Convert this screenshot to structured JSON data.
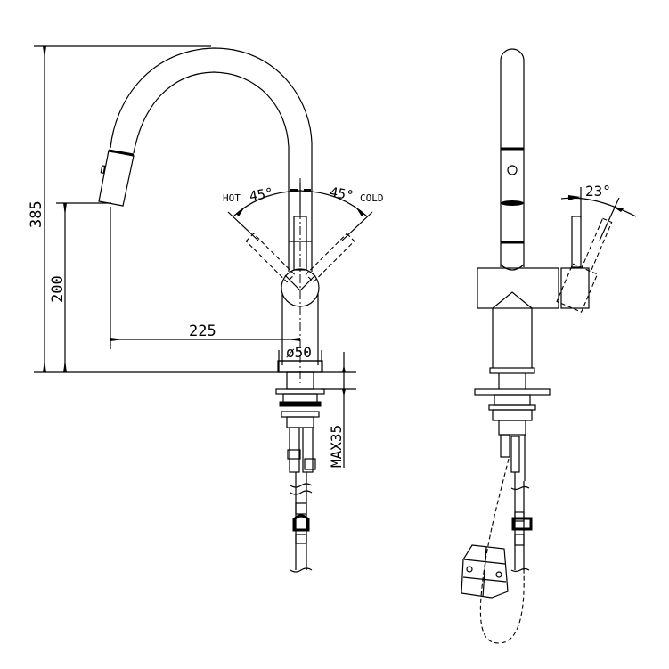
{
  "drawing": {
    "title": "Pull-out kitchen faucet dimension drawing",
    "views": [
      "front-view",
      "side-view"
    ],
    "line_color": "#000000",
    "background": "#ffffff"
  },
  "dimensions": {
    "total_height": "385",
    "spout_height": "200",
    "spout_reach": "225",
    "base_diameter": "ø50",
    "max_deck_thickness": "MAX35",
    "hot_angle": "45°",
    "cold_angle": "45°",
    "hot_label": "HOT",
    "cold_label": "COLD",
    "lever_tilt_angle": "23°"
  }
}
